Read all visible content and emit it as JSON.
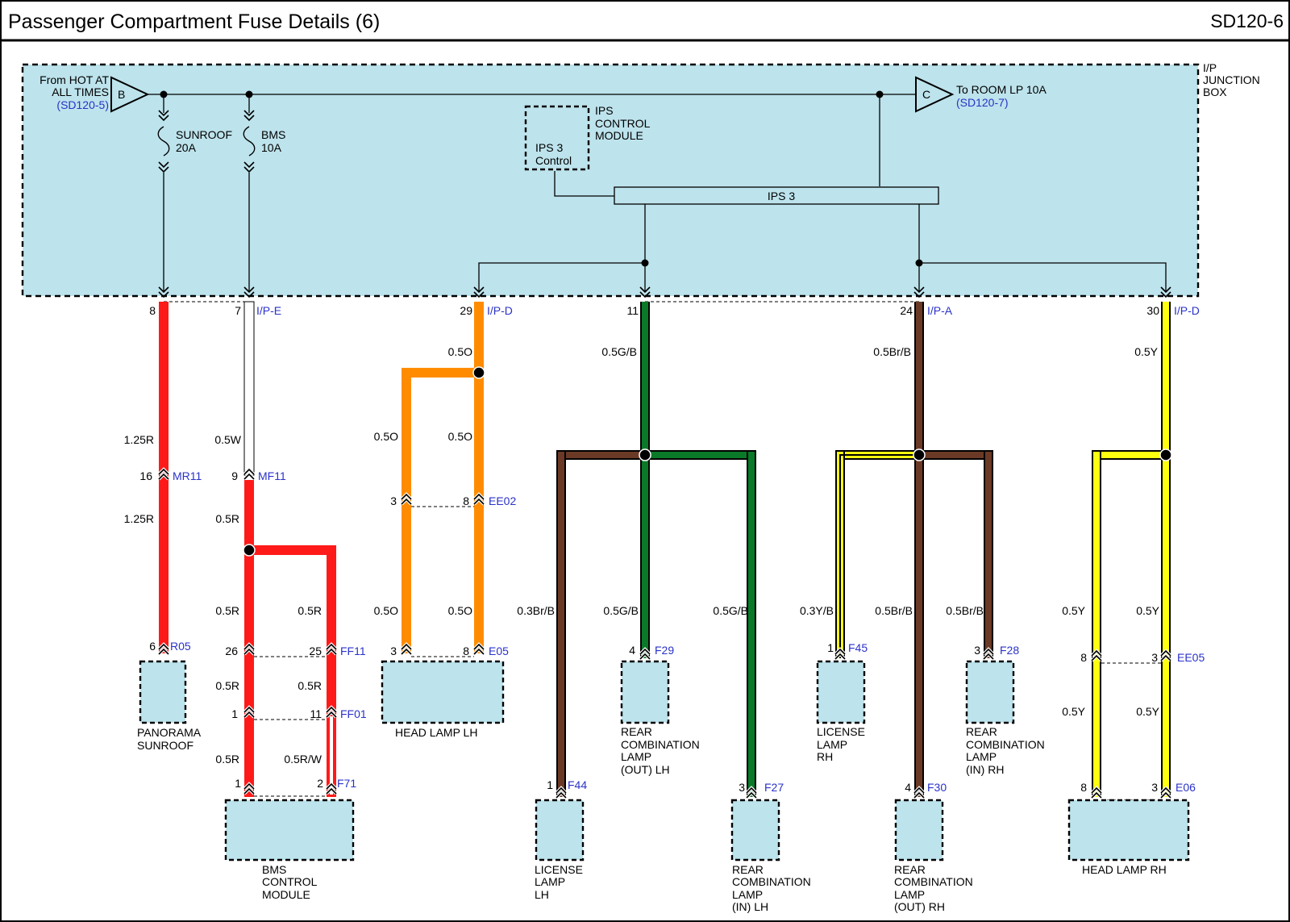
{
  "header": {
    "title": "Passenger Compartment Fuse Details (6)",
    "code": "SD120-6"
  },
  "junction_box": {
    "lines": [
      "I/P",
      "JUNCTION",
      "BOX"
    ]
  },
  "source_b": {
    "letter": "B",
    "lines": [
      "From HOT AT",
      "ALL TIMES"
    ],
    "ref": "(SD120-5)"
  },
  "dest_c": {
    "letter": "C",
    "text": "To ROOM LP 10A",
    "ref": "(SD120-7)"
  },
  "fuses": [
    {
      "name": "SUNROOF",
      "rating": "20A"
    },
    {
      "name": "BMS",
      "rating": "10A"
    }
  ],
  "ips_module": {
    "lines": [
      "IPS",
      "CONTROL",
      "MODULE"
    ],
    "inner": [
      "IPS 3",
      "Control"
    ]
  },
  "ips_bar": "IPS 3",
  "colors": {
    "red": "#ff1a1a",
    "white": "#ffffff",
    "orange": "#ff8c00",
    "green": "#0a7a28",
    "brown": "#6b3a26",
    "yellow": "#ffff10",
    "box_fill": "#bde3ec",
    "label_blue": "#2a32c8"
  },
  "pins": {
    "p8": "8",
    "p7": "7",
    "p29": "29",
    "p11": "11",
    "p24": "24",
    "p30": "30",
    "p16": "16",
    "p9": "9",
    "p3a": "3",
    "p8a": "8",
    "p6": "6",
    "p26": "26",
    "p25": "25",
    "p1a": "1",
    "p11b": "11",
    "p1b": "1",
    "p2": "2",
    "p3b": "3",
    "p8b": "8",
    "p4a": "4",
    "p1c": "1",
    "p3c": "3",
    "p1d": "1",
    "p3d": "3",
    "p4b": "4",
    "p8c": "8",
    "p3e": "3",
    "p8d": "8",
    "p3f": "3"
  },
  "connectors": {
    "ipe": "I/P-E",
    "ipd1": "I/P-D",
    "ipa": "I/P-A",
    "ipd2": "I/P-D",
    "mr11": "MR11",
    "mf11": "MF11",
    "ee02": "EE02",
    "r05": "R05",
    "ff11": "FF11",
    "ff01": "FF01",
    "f71": "F71",
    "e05": "E05",
    "f29": "F29",
    "f44": "F44",
    "f27": "F27",
    "f45": "F45",
    "f30": "F30",
    "f28": "F28",
    "ee05": "EE05",
    "e06": "E06"
  },
  "wires": {
    "w_125r_a": "1.25R",
    "w_125r_b": "1.25R",
    "w_05w": "0.5W",
    "w_05r_a": "0.5R",
    "w_05r_b": "0.5R",
    "w_05r_c": "0.5R",
    "w_05r_d": "0.5R",
    "w_05r_e": "0.5R",
    "w_05r_f": "0.5R",
    "w_05rw": "0.5R/W",
    "w_05o_a": "0.5O",
    "w_05o_b": "0.5O",
    "w_05o_c": "0.5O",
    "w_05o_d": "0.5O",
    "w_05o_e": "0.5O",
    "w_05gb_a": "0.5G/B",
    "w_03brb": "0.3Br/B",
    "w_05gb_b": "0.5G/B",
    "w_05gb_c": "0.5G/B",
    "w_05brb_a": "0.5Br/B",
    "w_03yb": "0.3Y/B",
    "w_05brb_b": "0.5Br/B",
    "w_05brb_c": "0.5Br/B",
    "w_05y_a": "0.5Y",
    "w_05y_b": "0.5Y",
    "w_05y_c": "0.5Y",
    "w_05y_d": "0.5Y",
    "w_05y_e": "0.5Y"
  },
  "components": {
    "panorama": [
      "PANORAMA",
      "SUNROOF"
    ],
    "bms": [
      "BMS",
      "CONTROL",
      "MODULE"
    ],
    "headlamp_lh": [
      "HEAD LAMP LH"
    ],
    "license_lh": [
      "LICENSE",
      "LAMP",
      "LH"
    ],
    "rcl_out_lh": [
      "REAR",
      "COMBINATION",
      "LAMP",
      "(OUT) LH"
    ],
    "rcl_in_lh": [
      "REAR",
      "COMBINATION",
      "LAMP",
      "(IN) LH"
    ],
    "license_rh": [
      "LICENSE",
      "LAMP",
      "RH"
    ],
    "rcl_out_rh": [
      "REAR",
      "COMBINATION",
      "LAMP",
      "(OUT) RH"
    ],
    "rcl_in_rh": [
      "REAR",
      "COMBINATION",
      "LAMP",
      "(IN) RH"
    ],
    "headlamp_rh": [
      "HEAD LAMP RH"
    ]
  }
}
